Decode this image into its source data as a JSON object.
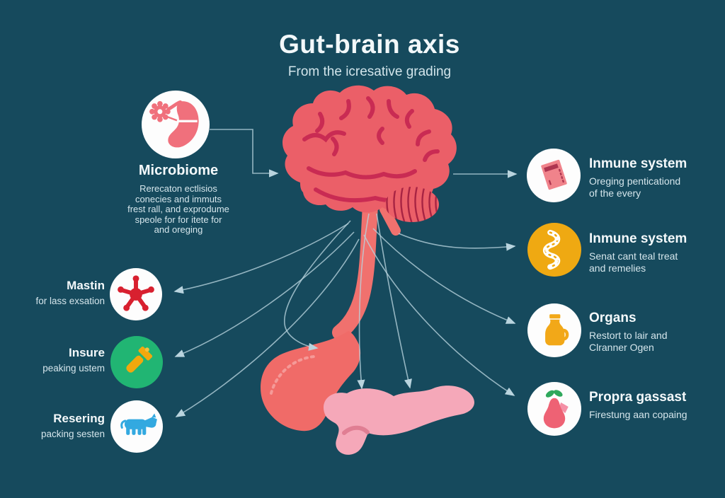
{
  "header": {
    "title": "Gut-brain axis",
    "subtitle": "From the icresative grading"
  },
  "microbiome": {
    "title": "Microbiome",
    "body_lines": [
      "Rerecaton ectlisios",
      "conecies and immuts",
      "frest rall, and exprodume",
      "speole for for itete for",
      "and oreging"
    ],
    "icon": "stomach-gear-icon"
  },
  "left_items": [
    {
      "title": "Mastin",
      "subtitle": "for lass exsation",
      "icon": "virus-icon",
      "circle_color": "#FDFDFD"
    },
    {
      "title": "Insure",
      "subtitle": "peaking ustem",
      "icon": "flashlight-icon",
      "circle_color": "#21B573"
    },
    {
      "title": "Resering",
      "subtitle": "packing sesten",
      "icon": "cow-icon",
      "circle_color": "#FDFDFD"
    }
  ],
  "right_items": [
    {
      "title": "Inmune system",
      "line1": "Oreging penticationd",
      "line2": "of the every",
      "icon": "report-card-icon",
      "circle_color": "#FDFDFD"
    },
    {
      "title": "Inmune system",
      "line1": "Senat cant teal treat",
      "line2": "and remelies",
      "icon": "dna-icon",
      "circle_color": "#EFA912"
    },
    {
      "title": "Organs",
      "line1": "Restort to lair and",
      "line2": "Clranner Ogen",
      "icon": "jug-icon",
      "circle_color": "#FDFDFD"
    },
    {
      "title": "Propra gassast",
      "line1": "Firestung aan copaing",
      "line2": "",
      "icon": "pear-icon",
      "circle_color": "#FDFDFD"
    }
  ],
  "anatomy": {
    "center_illustrations": [
      "brain",
      "cerebellum",
      "esophagus",
      "stomach-blob",
      "pancreas"
    ],
    "connector_style": "thin light arrows radiating from brainstem"
  },
  "colors": {
    "background": "#164A5D",
    "brain": "#EB5F68",
    "brain_sulci": "#C92B53",
    "esophagus": "#F0716E",
    "stomach_blob": "#F06B68",
    "pancreas": "#F5A8B9",
    "connector": "#B9D4DE",
    "circle_green": "#21B573",
    "circle_yellow": "#EFA912",
    "virus_red": "#D8202F",
    "flashlight_orange": "#F2A80D",
    "cow_blue": "#33A9E0",
    "jug_orange": "#F2A818",
    "pear_pink": "#EE6274",
    "leaf_green": "#2FA85C",
    "heading_text": "#F4F9FB",
    "body_text": "#D5E6EC"
  }
}
